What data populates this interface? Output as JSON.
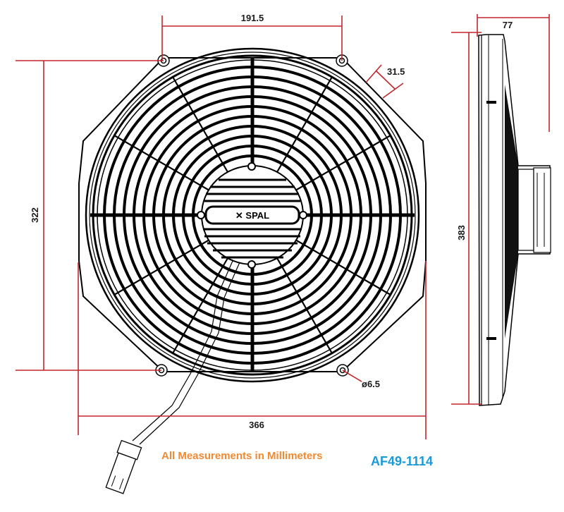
{
  "drawing": {
    "title": "Electric radiator fan dimension drawing",
    "views": [
      "front view",
      "side view"
    ],
    "dimensions": {
      "mount_hole_spacing_top": "191.5",
      "slot_spacing": "31.5",
      "overall_height_front": "322",
      "overall_width": "366",
      "mount_hole_diameter": "ø6.5",
      "side_view_height": "383",
      "depth": "77"
    },
    "blade_spokes": 12,
    "colors": {
      "dimension_lines": "#c1272d",
      "units_note": "#f08a33",
      "part_number": "#1a9ad6",
      "linework": "#000000"
    }
  },
  "notes": {
    "units": "All Measurements in Millimeters",
    "part_number": "AF49-1114"
  }
}
